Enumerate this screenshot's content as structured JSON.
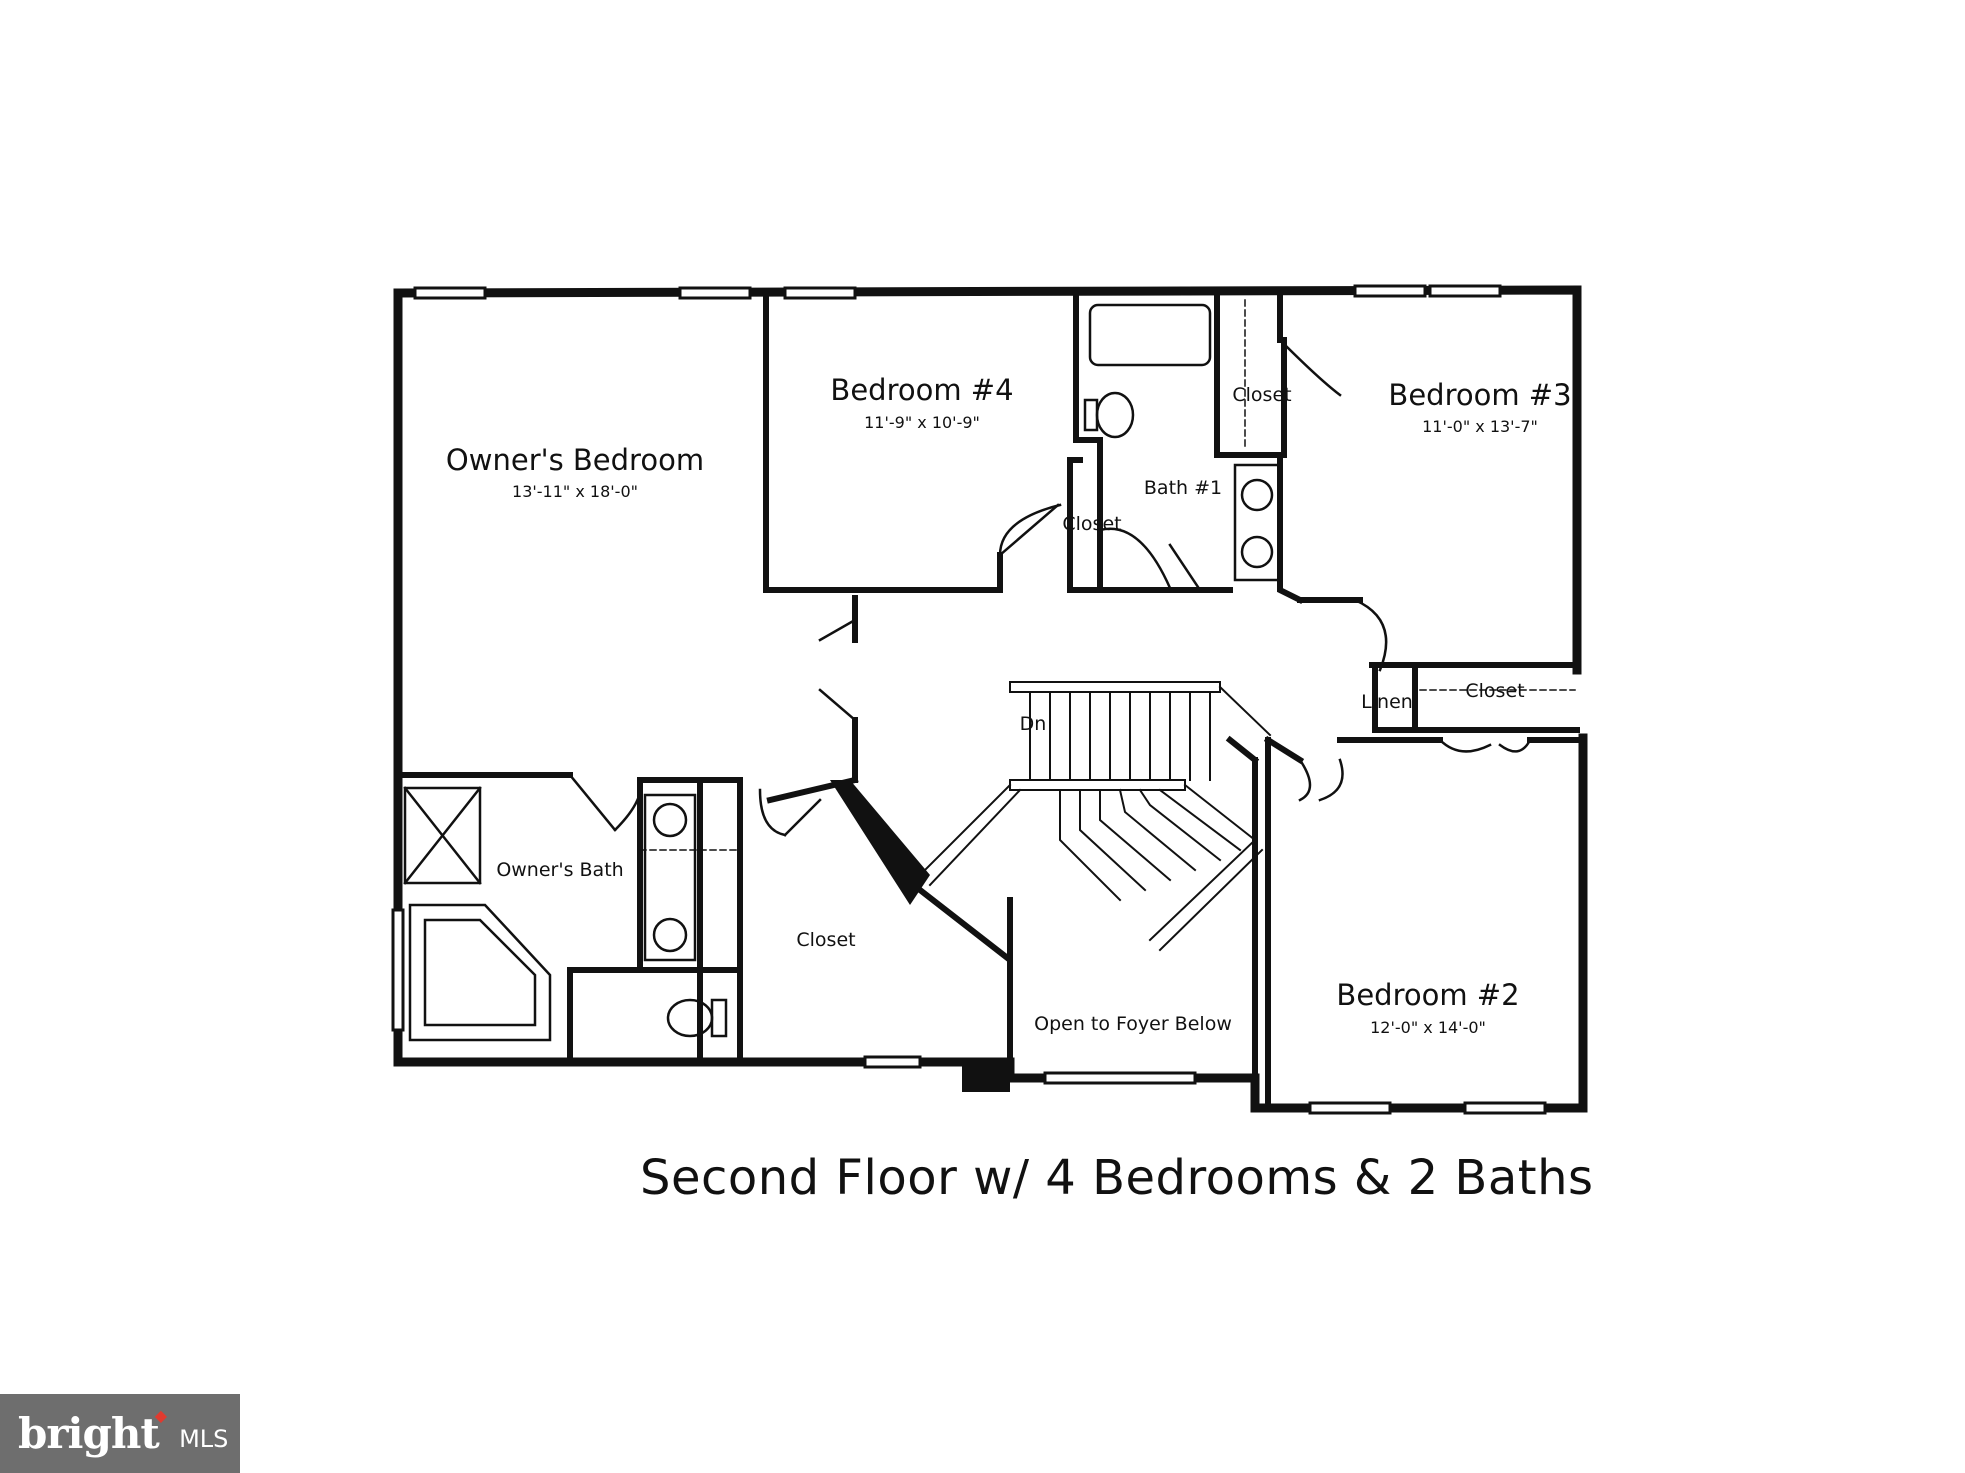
{
  "rooms": {
    "owners_bedroom": {
      "name": "Owner's Bedroom",
      "dim": "13'-11\" x 18'-0\""
    },
    "bedroom4": {
      "name": "Bedroom #4",
      "dim": "11'-9\" x 10'-9\""
    },
    "bedroom3": {
      "name": "Bedroom #3",
      "dim": "11'-0\" x 13'-7\""
    },
    "bedroom2": {
      "name": "Bedroom #2",
      "dim": "12'-0\" x 14'-0\""
    },
    "bath1": {
      "name": "Bath #1"
    },
    "owners_bath": {
      "name": "Owner's Bath"
    },
    "open_foyer": {
      "name": "Open to Foyer Below"
    }
  },
  "labels": {
    "closet": "Closet",
    "linen": "Linen",
    "down": "Dn"
  },
  "caption": "Second Floor w/ 4 Bedrooms & 2 Baths",
  "logo": {
    "brand": "bright",
    "suffix": "MLS"
  },
  "colors": {
    "wall": "#111111",
    "background": "#ffffff",
    "logo_bg": "#6e6e6e",
    "logo_accent": "#e03a2f"
  }
}
